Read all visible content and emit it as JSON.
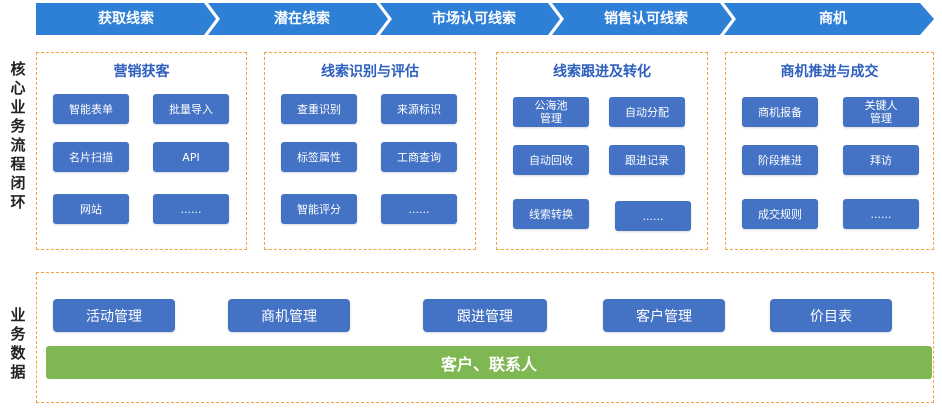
{
  "flow": {
    "stages": [
      "获取线索",
      "潜在线索",
      "市场认可线索",
      "销售认可线索",
      "商机"
    ],
    "color": "#2e7fd6"
  },
  "side_labels": {
    "loop": "核心业务流程闭环",
    "data": "业务数据"
  },
  "sections": [
    {
      "title": "营销获客",
      "tags": [
        "智能表单",
        "批量导入",
        "名片扫描",
        "API",
        "网站",
        "......"
      ]
    },
    {
      "title": "线索识别与评估",
      "tags": [
        "查重识别",
        "来源标识",
        "标签属性",
        "工商查询",
        "智能评分",
        "......"
      ]
    },
    {
      "title": "线索跟进及转化",
      "tags": [
        "公海池\n管理",
        "自动分配",
        "自动回收",
        "跟进记录",
        "线索转换",
        "......"
      ]
    },
    {
      "title": "商机推进与成交",
      "tags": [
        "商机报备",
        "关键人\n管理",
        "阶段推进",
        "拜访",
        "成交规则",
        "......"
      ]
    }
  ],
  "modules": [
    "活动管理",
    "商机管理",
    "跟进管理",
    "客户管理",
    "价目表"
  ],
  "base": "客户、联系人",
  "colors": {
    "tag": "#4472c4",
    "title": "#2d5fbf",
    "dashed": "#f2a33a",
    "base": "#7fb752"
  }
}
